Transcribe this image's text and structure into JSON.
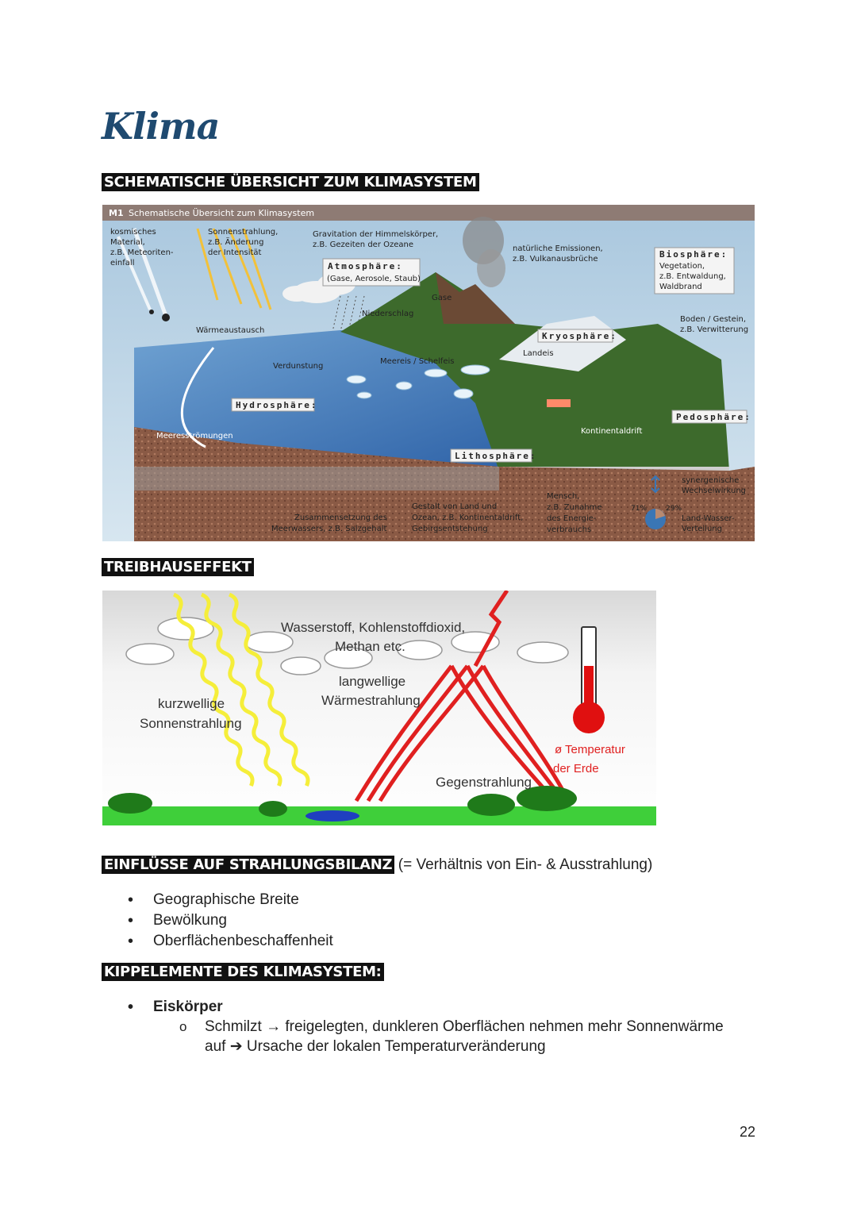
{
  "page": {
    "title": "Klima",
    "page_number": "22"
  },
  "sections": {
    "klimasystem": {
      "heading": "SCHEMATISCHE ÜBERSICHT ZUM KLIMASYSTEM",
      "figure": {
        "caption_id": "M1",
        "caption": "Schematische Übersicht zum Klimasystem",
        "labels": {
          "kosmisch": [
            "kosmisches",
            "Material,",
            "z.B. Meteoriten-",
            "einfall"
          ],
          "sonnen": [
            "Sonnenstrahlung,",
            "z.B. Änderung",
            "der Intensität"
          ],
          "gravitation": [
            "Gravitation der Himmelskörper,",
            "z.B. Gezeiten der Ozeane"
          ],
          "atmosphaere_title": "Atmosphäre:",
          "atmosphaere_sub": "(Gase, Aerosole, Staub)",
          "emissionen": [
            "natürliche Emissionen,",
            "z.B. Vulkanausbrüche"
          ],
          "biosphaere_title": "Biosphäre:",
          "biosphaere_sub": [
            "Vegetation,",
            "z.B. Entwaldung,",
            "Waldbrand"
          ],
          "gase": "Gase",
          "niederschlag": "Niederschlag",
          "waermeaustausch": "Wärmeaustausch",
          "boden": [
            "Boden / Gestein,",
            "z.B. Verwitterung"
          ],
          "kryosphaere": "Kryosphäre:",
          "landeis": "Landeis",
          "verdunstung": "Verdunstung",
          "meereis": "Meereis / Schelfeis",
          "hydrosphaere": "Hydrosphäre:",
          "pedosphaere": "Pedosphäre:",
          "meeresstroemungen": "Meeresströmungen",
          "kontinentaldrift": "Kontinentaldrift",
          "lithosphaere": "Lithosphäre:",
          "synergie": [
            "synergenische",
            "Wechselwirkung"
          ],
          "zusammensetzung": [
            "Zusammensetzung des",
            "Meerwassers, z.B. Salzgehalt"
          ],
          "gestalt": [
            "Gestalt von Land und",
            "Ozean, z.B. Kontinentaldrift,",
            "Gebirgsentstehung"
          ],
          "mensch": [
            "Mensch,",
            "z.B. Zunahme",
            "des Energie-",
            "verbrauchs"
          ],
          "pct_land": "71%",
          "pct_wasser": "29%",
          "verteilung": [
            "Land-Wasser-",
            "Verteilung"
          ]
        }
      }
    },
    "treibhaus": {
      "heading": "TREIBHAUSEFFEKT",
      "figure": {
        "gases": [
          "Wasserstoff, Kohlenstoffdioxid,",
          "Methan etc."
        ],
        "langwellig": [
          "langwellige",
          "Wärmestrahlung"
        ],
        "kurzwellig": [
          "kurzwellige",
          "Sonnenstrahlung"
        ],
        "temperatur": [
          "ø Temperatur",
          "der Erde"
        ],
        "gegenstrahlung": "Gegenstrahlung"
      }
    },
    "strahlungsbilanz": {
      "heading": "EINFLÜSSE AUF STRAHLUNGSBILANZ",
      "note": "(= Verhältnis von Ein- & Ausstrahlung)",
      "items": [
        "Geographische Breite",
        "Bewölkung",
        "Oberflächenbeschaffenheit"
      ]
    },
    "kippelemente": {
      "heading": "KIPPELEMENTE DES KLIMASYSTEM:",
      "item_title": "Eiskörper",
      "sub_line1": "Schmilzt → freigelegten, dunkleren Oberflächen nehmen mehr Sonnenwärme",
      "sub_line2": "auf ➔ Ursache der lokalen Temperaturveränderung"
    }
  },
  "colors": {
    "title": "#1f4a70",
    "heading_bg": "#111111",
    "ocean": "#3d78b8",
    "ground": "#8a5a45",
    "temperature_red": "#e02020",
    "grass": "#3fcf3a"
  }
}
